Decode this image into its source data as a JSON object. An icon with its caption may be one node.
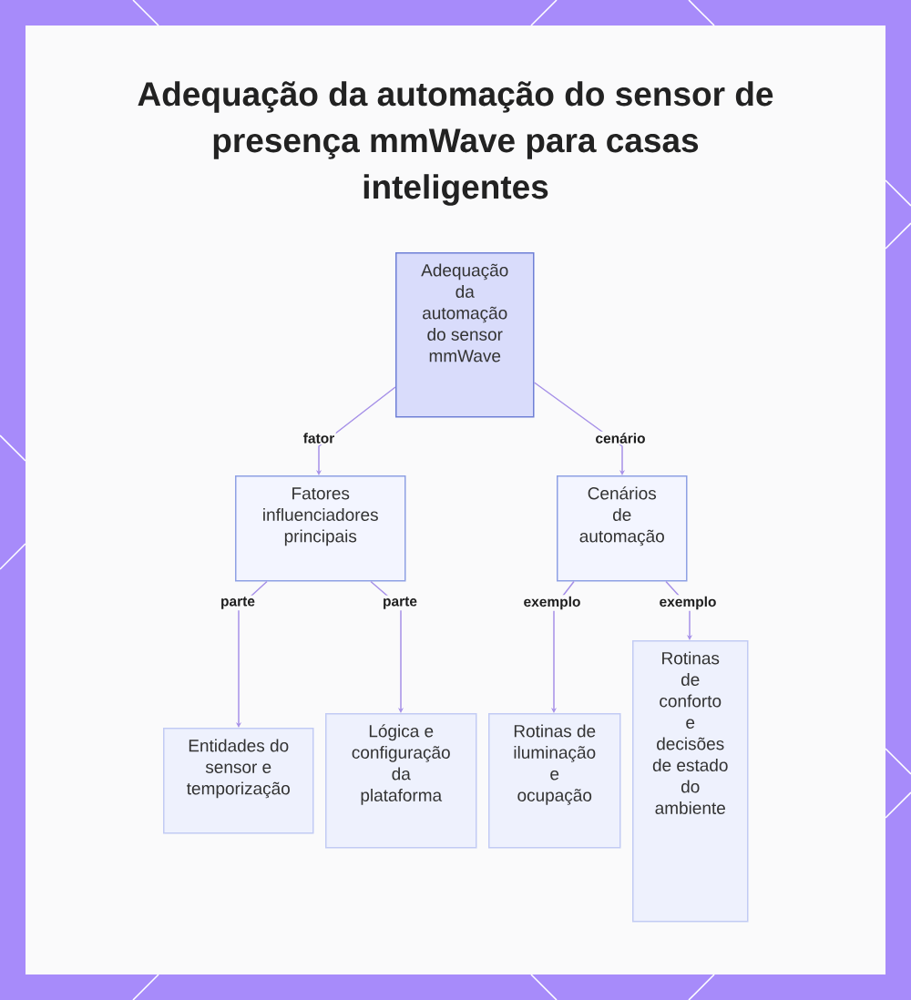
{
  "diagram": {
    "title": "Adequação da automação do sensor de presença mmWave para casas inteligentes",
    "nodes": [
      {
        "text": [
          "Adequação da automação do sensor mmWave"
        ]
      },
      {
        "text": [
          "Fatores influenciadores principais"
        ]
      },
      {
        "text": [
          "Cenários de automação"
        ]
      },
      {
        "text": [
          "Entidades do sensor e temporização"
        ]
      },
      {
        "text": [
          "Lógica e configuração da plataforma"
        ]
      },
      {
        "text": [
          "Rotinas de iluminação e ocupação"
        ]
      },
      {
        "text": [
          "Rotinas de conforto e decisões de estado do ambiente"
        ]
      }
    ],
    "edges": [
      {
        "from": 0,
        "to": 1,
        "arrow": "to",
        "label": "fator"
      },
      {
        "from": 0,
        "to": 2,
        "arrow": "to",
        "label": "cenário"
      },
      {
        "from": 1,
        "to": 3,
        "arrow": "to",
        "label": "parte"
      },
      {
        "from": 1,
        "to": 4,
        "arrow": "to",
        "label": "parte"
      },
      {
        "from": 2,
        "to": 5,
        "arrow": "to",
        "label": "exemplo"
      },
      {
        "from": 2,
        "to": 6,
        "arrow": "to",
        "label": "exemplo"
      }
    ]
  }
}
